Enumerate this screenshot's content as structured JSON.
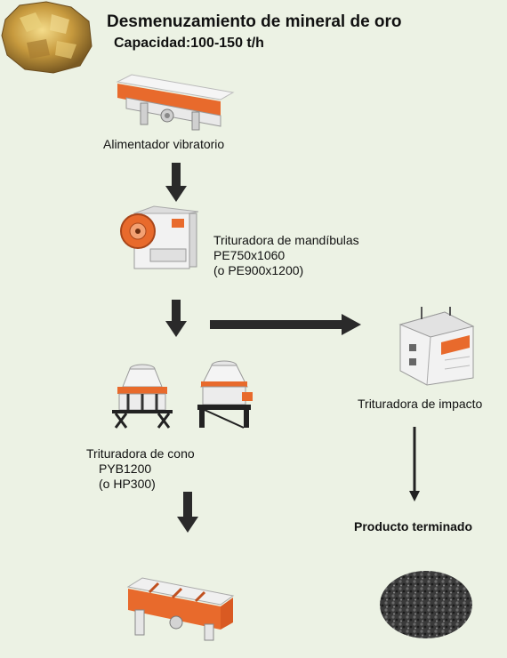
{
  "title": "Desmenuzamiento de mineral de oro",
  "capacity": "Capacidad:100-150 t/h",
  "icons": {
    "ore": "gold-ore-icon",
    "feeder": "vibrating-feeder-icon",
    "jaw": "jaw-crusher-icon",
    "cone": "cone-crusher-icon",
    "impact": "impact-crusher-icon",
    "screen": "vibrating-screen-icon",
    "product": "gravel-pile-icon"
  },
  "colors": {
    "background": "#ecf2e4",
    "machine_orange": "#e86a2c",
    "arrow": "#2a2a2a",
    "gold": "#c9a24a"
  },
  "steps": {
    "feeder": {
      "label": "Alimentador vibratorio"
    },
    "jaw": {
      "line1": "Trituradora de mandíbulas",
      "line2": "PE750x1060",
      "line3": "(o PE900x1200)"
    },
    "cone": {
      "line1": "Trituradora de cono",
      "line2": "PYB1200",
      "line3": "(o HP300)"
    },
    "impact": {
      "label": "Trituradora de impacto"
    },
    "product": {
      "label": "Producto terminado"
    }
  }
}
